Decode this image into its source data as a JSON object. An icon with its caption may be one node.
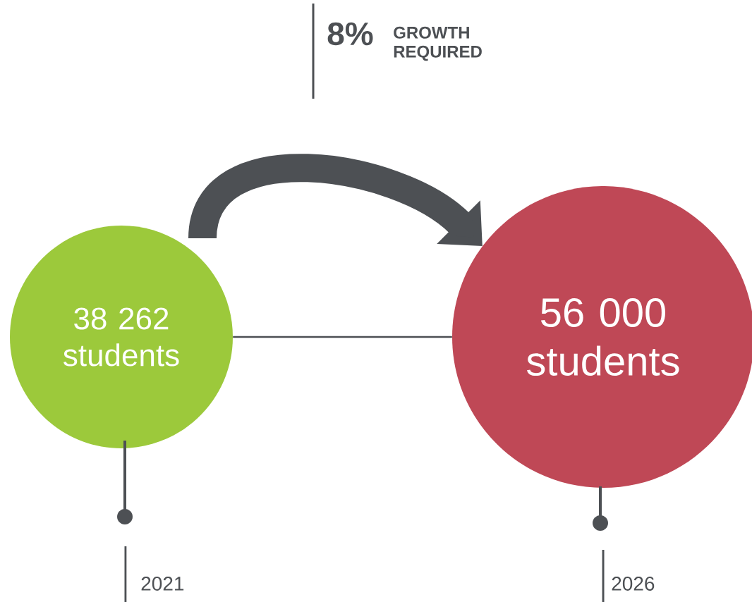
{
  "diagram": {
    "nodes": [
      {
        "text": [
          "38 262 students"
        ]
      },
      {
        "text": [
          "56 000 students"
        ]
      }
    ],
    "edges": [
      {
        "from": 0,
        "to": 1,
        "arrow": "to",
        "style": "thick"
      },
      {
        "from": 0,
        "to": 1,
        "arrow": "none"
      }
    ],
    "labels": [
      "8%",
      "GROWTH REQUIRED",
      "2021",
      "2026"
    ]
  }
}
